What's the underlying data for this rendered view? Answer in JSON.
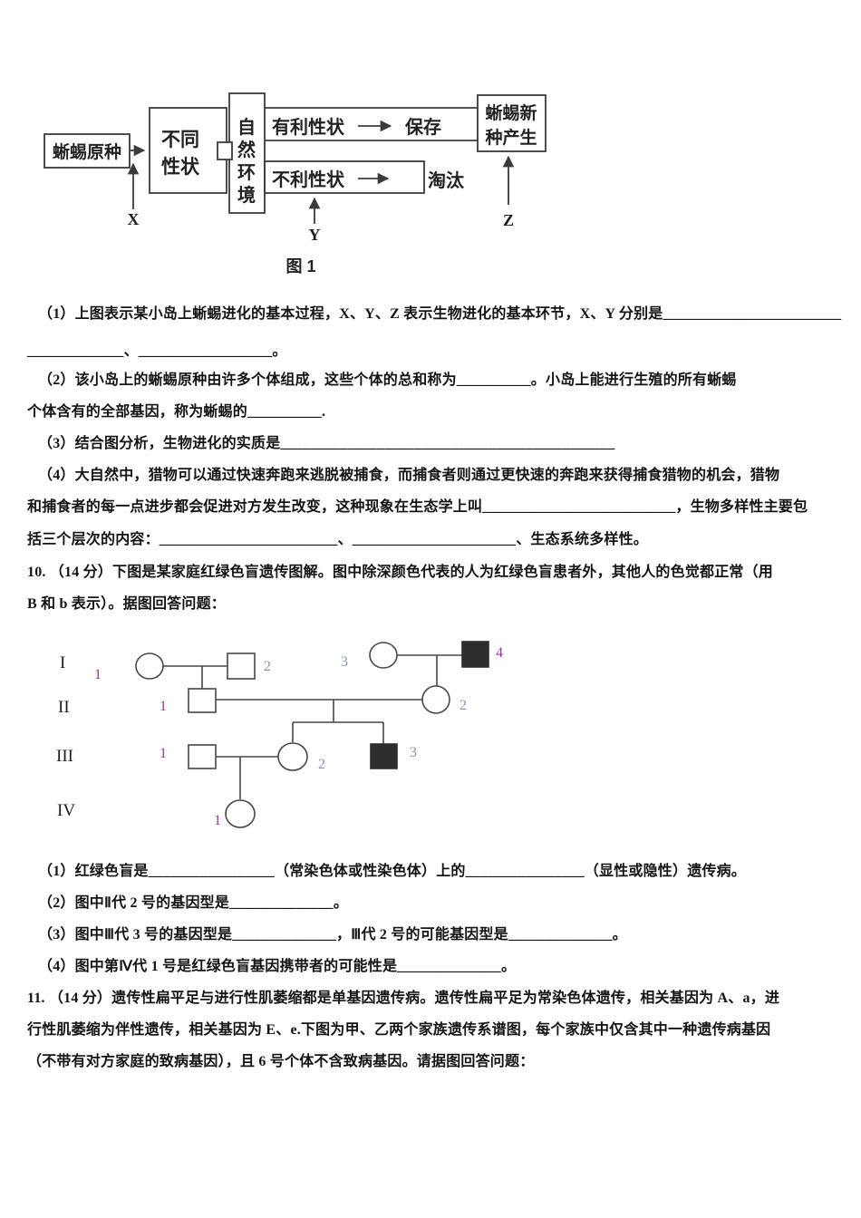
{
  "colors": {
    "ink": "#141414",
    "diagram_stroke": "#3b3b3b",
    "pedigree_filled": "#2e2e2e",
    "purple_number": "#993b97",
    "slate_number": "#8793a8"
  },
  "figure1": {
    "caption": "图 1",
    "origin_box": "蜥蜴原种",
    "traits_box_line1": "不同",
    "traits_box_line2": "性状",
    "env_char1": "自",
    "env_char2": "然",
    "env_char3": "环",
    "env_char4": "境",
    "favorable": "有利性状",
    "preserve": "保存",
    "unfavorable": "不利性状",
    "eliminate": "淘汰",
    "new_box_line1": "蜥蜴新",
    "new_box_line2": "种产生",
    "mark_x": "X",
    "mark_y": "Y",
    "mark_z": "Z"
  },
  "pedigree": {
    "generation_labels": [
      "I",
      "II",
      "III",
      "IV"
    ],
    "nums": {
      "i1": "1",
      "i2": "2",
      "i3": "3",
      "i4": "4",
      "ii1": "1",
      "ii2": "2",
      "iii1": "1",
      "iii2": "2",
      "iii3": "3",
      "iv1": "1"
    }
  },
  "lines": [
    "（1）上图表示某小岛上蜥蜴进化的基本过程，X、Y、Z 表示生物进化的基本环节，X、Y 分别是________________________",
    "_____________、__________________。",
    "（2）该小岛上的蜥蜴原种由许多个体组成，这些个体的总和称为__________。小岛上能进行生殖的所有蜥蜴",
    "个体含有的全部基因，称为蜥蜴的__________.",
    "（3）结合图分析，生物进化的实质是_____________________________________________",
    "（4）大自然中，猎物可以通过快速奔跑来逃脱被捕食，而捕食者则通过更快速的奔跑来获得捕食猎物的机会，猎物",
    "和捕食者的每一点进步都会促进对方发生改变，这种现象在生态学上叫__________________________，生物多样性主要包",
    "括三个层次的内容：________________________、______________________、生态系统多样性。",
    "10. （14 分）下图是某家庭红绿色盲遗传图解。图中除深颜色代表的人为红绿色盲患者外，其他人的色觉都正常（用",
    "B 和 b 表示）。据图回答问题：",
    "（1）红绿色盲是_________________（常染色体或性染色体）上的________________（显性或隐性）遗传病。",
    "（2）图中Ⅱ代 2 号的基因型是______________。",
    "（3）图中Ⅲ代 3 号的基因型是______________，Ⅲ代 2 号的可能基因型是______________。",
    "（4）图中第Ⅳ代 1 号是红绿色盲基因携带者的可能性是______________。",
    "11. （14 分）遗传性扁平足与进行性肌萎缩都是单基因遗传病。遗传性扁平足为常染色体遗传，相关基因为 A、a，进",
    "行性肌萎缩为伴性遗传，相关基因为 E、e.下图为甲、乙两个家族遗传系谱图，每个家族中仅含其中一种遗传病基因",
    "（不带有对方家庭的致病基因），且 6 号个体不含致病基因。请据图回答问题："
  ]
}
